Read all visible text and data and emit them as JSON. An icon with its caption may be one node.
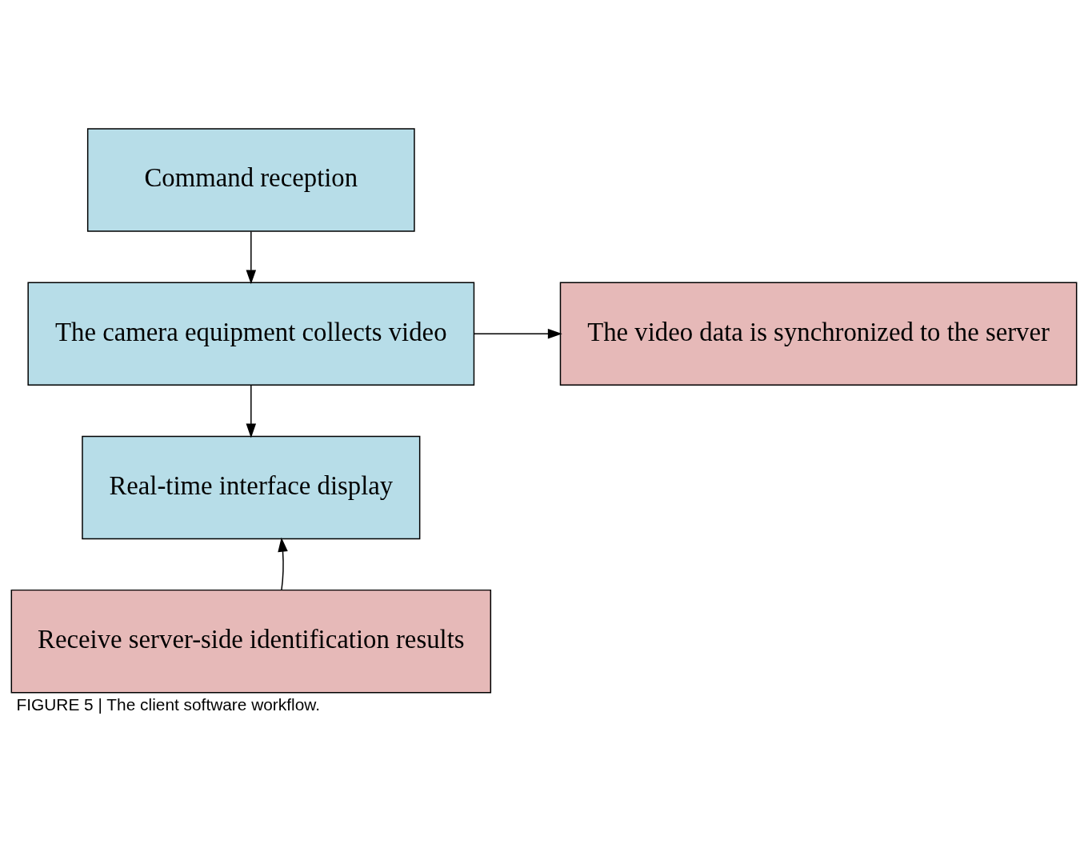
{
  "diagram": {
    "caption": "FIGURE 5 | The client software workflow.",
    "nodes": [
      {
        "text": [
          "Command reception"
        ]
      },
      {
        "text": [
          "The camera equipment collects video"
        ]
      },
      {
        "text": [
          "The video data is synchronized to the server"
        ]
      },
      {
        "text": [
          "Real-time interface display"
        ]
      },
      {
        "text": [
          "Receive server-side identification results"
        ]
      }
    ],
    "edges": [
      {
        "from": 0,
        "to": 1,
        "arrow": "to"
      },
      {
        "from": 1,
        "to": 2,
        "arrow": "to"
      },
      {
        "from": 1,
        "to": 3,
        "arrow": "to"
      },
      {
        "from": 4,
        "to": 3,
        "arrow": "to"
      }
    ]
  }
}
